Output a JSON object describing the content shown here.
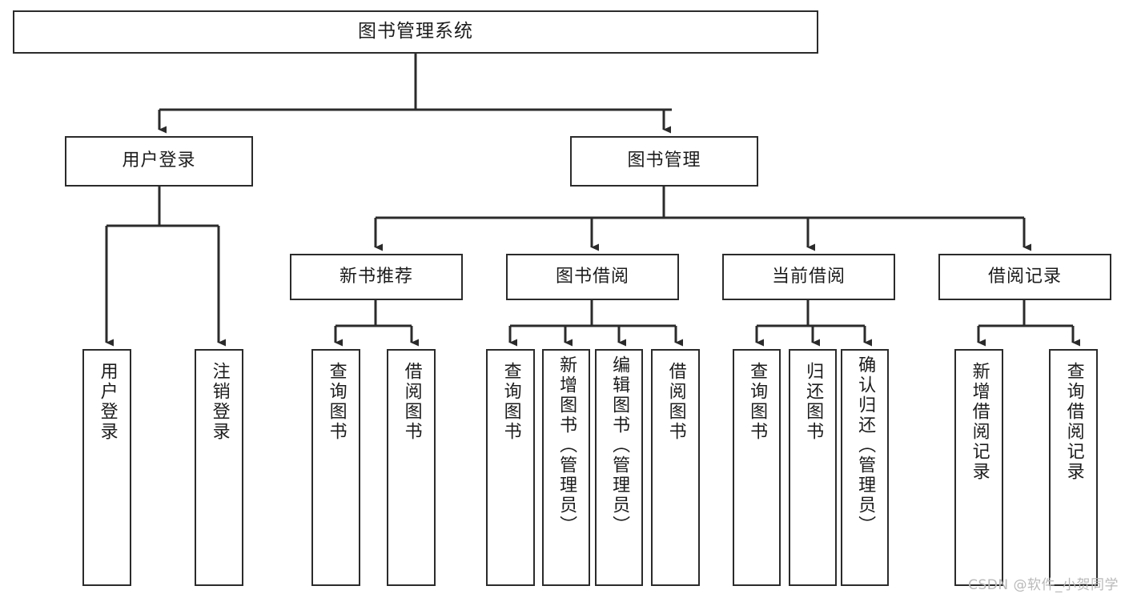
{
  "diagram": {
    "type": "tree",
    "title": "图书管理系统",
    "watermark": "CSDN @软件_小贺同学",
    "colors": {
      "box_border": "#2b2b2b",
      "box_fill": "#ffffff",
      "edge": "#2b2b2b",
      "text": "#1c1c1c",
      "watermark": "#b9b9b9",
      "background": "#ffffff"
    },
    "nodes": {
      "root": {
        "label": "图书管理系统"
      },
      "level2": [
        {
          "id": "user-login",
          "label": "用户登录"
        },
        {
          "id": "book-manage",
          "label": "图书管理"
        }
      ],
      "level3": [
        {
          "id": "new-book-recommend",
          "label": "新书推荐"
        },
        {
          "id": "book-borrow",
          "label": "图书借阅"
        },
        {
          "id": "current-borrow",
          "label": "当前借阅"
        },
        {
          "id": "borrow-record",
          "label": "借阅记录"
        }
      ],
      "leaves": [
        {
          "id": "leaf-user-login",
          "parent": "user-login",
          "label": "用户登录"
        },
        {
          "id": "leaf-logout-login",
          "parent": "user-login",
          "label": "注销登录"
        },
        {
          "id": "leaf-query-book-1",
          "parent": "new-book-recommend",
          "label": "查询图书"
        },
        {
          "id": "leaf-borrow-book-1",
          "parent": "new-book-recommend",
          "label": "借阅图书"
        },
        {
          "id": "leaf-query-book-2",
          "parent": "book-borrow",
          "label": "查询图书"
        },
        {
          "id": "leaf-add-book",
          "parent": "book-borrow",
          "label": "新增图书（管理员）"
        },
        {
          "id": "leaf-edit-book",
          "parent": "book-borrow",
          "label": "编辑图书（管理员）"
        },
        {
          "id": "leaf-borrow-book-2",
          "parent": "book-borrow",
          "label": "借阅图书"
        },
        {
          "id": "leaf-query-book-3",
          "parent": "current-borrow",
          "label": "查询图书"
        },
        {
          "id": "leaf-return-book",
          "parent": "current-borrow",
          "label": "归还图书"
        },
        {
          "id": "leaf-confirm-return",
          "parent": "current-borrow",
          "label": "确认归还（管理员）"
        },
        {
          "id": "leaf-add-record",
          "parent": "borrow-record",
          "label": "新增借阅记录"
        },
        {
          "id": "leaf-query-record",
          "parent": "borrow-record",
          "label": "查询借阅记录"
        }
      ]
    }
  }
}
